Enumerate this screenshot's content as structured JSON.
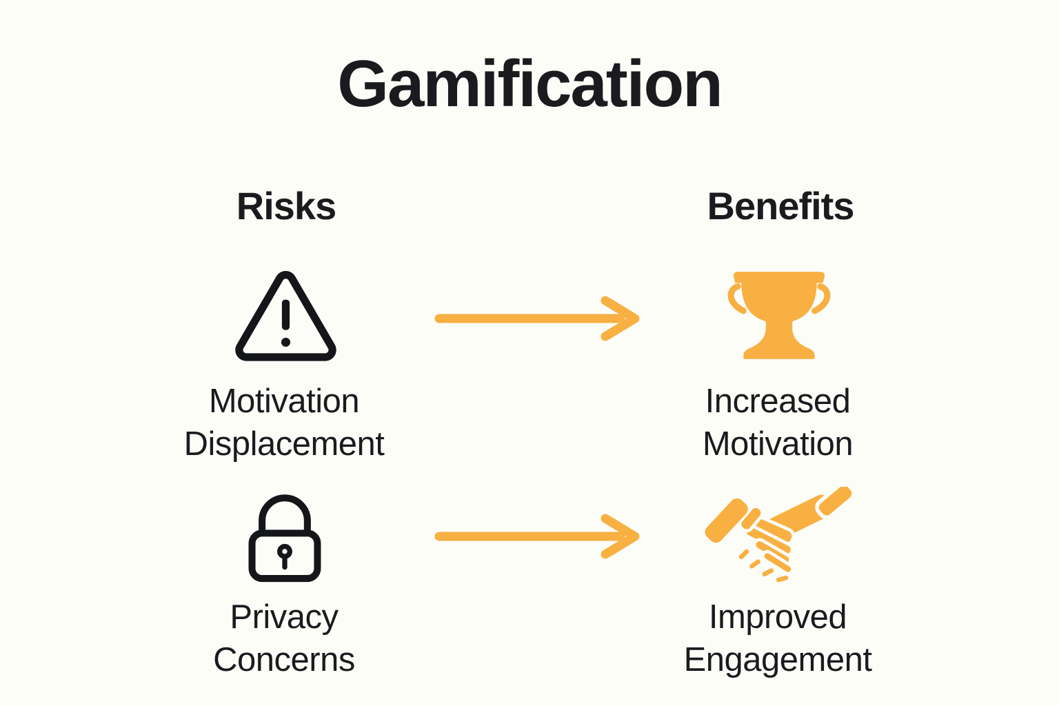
{
  "title": "Gamification",
  "colors": {
    "accent_orange": "#F8B042",
    "ink_black": "#1A1B1E",
    "background": "#FDFDF8"
  },
  "columns": {
    "risks": {
      "heading": "Risks",
      "items": [
        {
          "icon": "warning-triangle",
          "label_line1": "Motivation",
          "label_line2": "Displacement"
        },
        {
          "icon": "padlock",
          "label_line1": "Privacy",
          "label_line2": "Concerns"
        }
      ]
    },
    "benefits": {
      "heading": "Benefits",
      "items": [
        {
          "icon": "trophy",
          "label_line1": "Increased",
          "label_line2": "Motivation"
        },
        {
          "icon": "handshake",
          "label_line1": "Improved",
          "label_line2": "Engagement"
        }
      ]
    }
  },
  "connectors": [
    {
      "from": "Motivation Displacement",
      "to": "Increased Motivation",
      "shape": "right-arrow"
    },
    {
      "from": "Privacy Concerns",
      "to": "Improved Engagement",
      "shape": "right-arrow"
    }
  ]
}
